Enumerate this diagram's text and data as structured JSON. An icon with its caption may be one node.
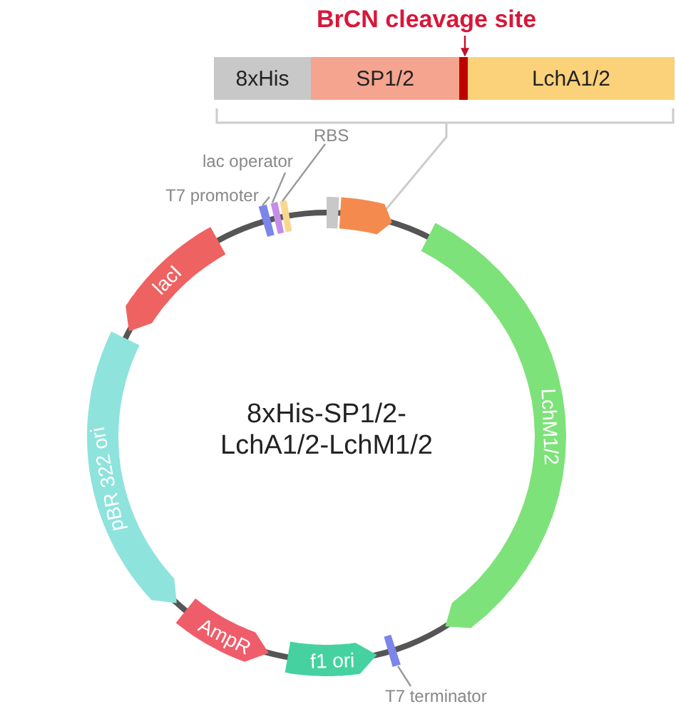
{
  "diagram": {
    "nodes": [
      {
        "text": [
          "BrCN cleavage site"
        ]
      },
      {
        "text": [
          "8xHis"
        ]
      },
      {
        "text": [
          "SP1/2"
        ]
      },
      {
        "text": [],
        "shape": "bar"
      },
      {
        "text": [
          "LchA1/2"
        ]
      },
      {
        "text": [
          "lac operator"
        ]
      },
      {
        "text": [
          "RBS"
        ]
      },
      {
        "text": [
          "T7 promoter"
        ]
      },
      {
        "text": [],
        "shape": "bar"
      },
      {
        "text": [],
        "shape": "bar"
      },
      {
        "text": [],
        "shape": "bar"
      },
      {
        "text": [
          "lacI"
        ]
      },
      {
        "text": [
          "LchM1/2"
        ]
      },
      {
        "text": [
          "pBR 322 ori"
        ]
      },
      {
        "text": [
          "AmpR"
        ]
      },
      {
        "text": [
          "f1 ori"
        ]
      },
      {
        "text": [],
        "shape": "bar"
      },
      {
        "text": [
          "T7 terminator"
        ]
      }
    ],
    "edges": [
      {
        "from": 0,
        "to": 3,
        "arrow": "to",
        "color": "#c0102a"
      },
      {
        "from": 5,
        "to": 9,
        "arrow": "none"
      },
      {
        "from": 6,
        "to": 10,
        "arrow": "none"
      },
      {
        "from": 7,
        "to": 8,
        "arrow": "none"
      },
      {
        "from": 17,
        "to": 16,
        "arrow": "none"
      }
    ],
    "labels": [
      "8xHis-SP1/2-LchA1/2-LchM1/2"
    ]
  }
}
